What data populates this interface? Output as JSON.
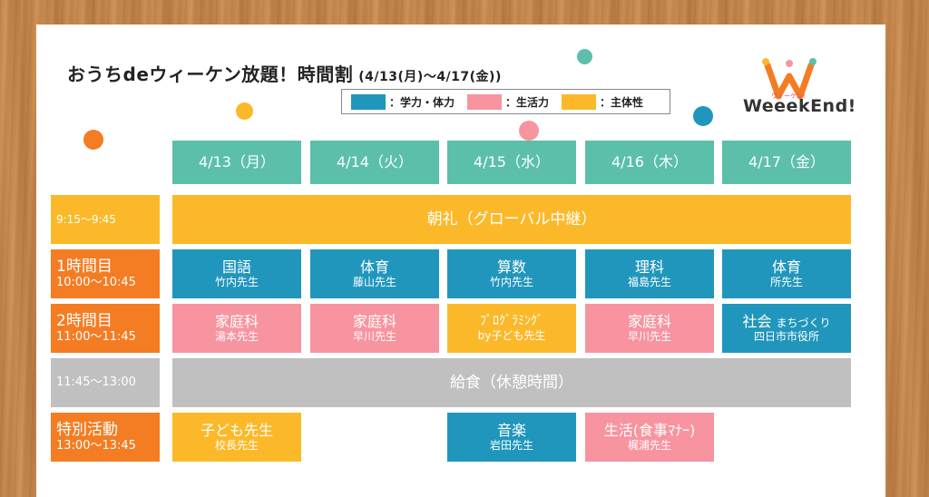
{
  "title": "おうちdeウィーケン放題！時間割",
  "title_sub": "(4/13(月)〜4/17(金))",
  "legend": [
    {
      "label": "：学力・体力",
      "color": "#2196bd"
    },
    {
      "label": "：生活力",
      "color": "#f7949f"
    },
    {
      "label": "：主体性",
      "color": "#fbb92a"
    }
  ],
  "logo": {
    "name": "WeeekEnd!",
    "small": "ウィーケン!"
  },
  "days": [
    "4/13（月）",
    "4/14（火）",
    "4/15（水）",
    "4/16（木）",
    "4/17（金）"
  ],
  "periods": {
    "morning": {
      "time": "9:15〜9:45",
      "banner": "朝礼（グローバル中継）"
    },
    "p1": {
      "label": "1時間目",
      "time": "10:00〜10:45"
    },
    "p2": {
      "label": "2時間目",
      "time": "11:00〜11:45"
    },
    "lunch": {
      "time": "11:45〜13:00",
      "banner": "給食（休憩時間）"
    },
    "special": {
      "label": "特別活動",
      "time": "13:00〜13:45"
    }
  },
  "p1_classes": [
    {
      "subject": "国語",
      "teacher": "竹内先生"
    },
    {
      "subject": "体育",
      "teacher": "藤山先生"
    },
    {
      "subject": "算数",
      "teacher": "竹内先生"
    },
    {
      "subject": "理科",
      "teacher": "福島先生"
    },
    {
      "subject": "体育",
      "teacher": "所先生"
    }
  ],
  "p2_classes": [
    {
      "subject": "家庭科",
      "teacher": "湯本先生"
    },
    {
      "subject": "家庭科",
      "teacher": "早川先生"
    },
    {
      "subject": "ﾌﾟﾛｸﾞﾗﾐﾝｸﾞ",
      "teacher": "by子ども先生"
    },
    {
      "subject": "家庭科",
      "teacher": "早川先生"
    },
    {
      "subject": "社会",
      "subject_extra": "まちづくり",
      "teacher": "四日市市役所"
    }
  ],
  "special_classes": {
    "mon": {
      "subject": "子ども先生",
      "teacher": "校長先生"
    },
    "wed": {
      "subject": "音楽",
      "teacher": "岩田先生"
    },
    "thu": {
      "subject": "生活(食事ﾏﾅｰ)",
      "teacher": "梶浦先生"
    }
  },
  "colors": {
    "teal": "#5bbfaa",
    "orange": "#f47c22",
    "blue": "#2196bd",
    "pink": "#f7949f",
    "yellow": "#fbb92a",
    "gray": "#c0c0c0"
  }
}
